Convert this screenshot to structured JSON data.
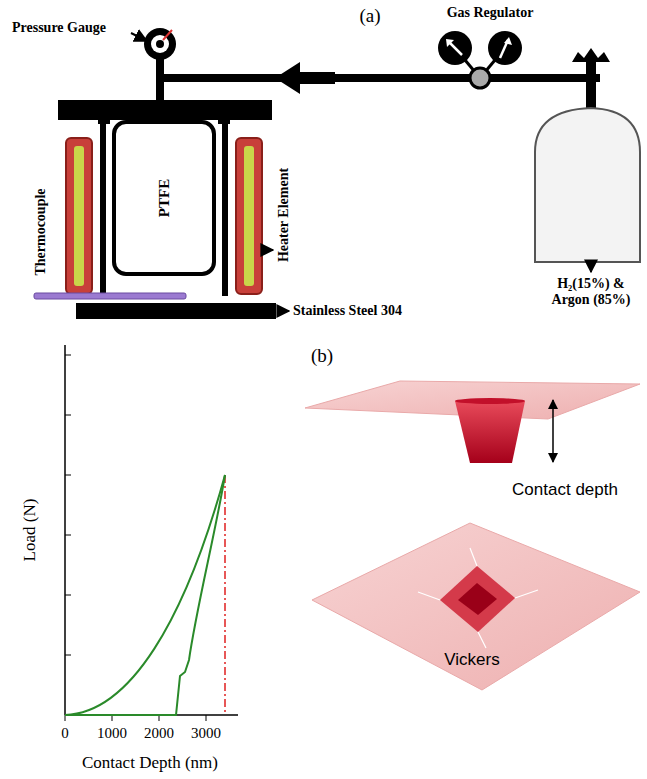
{
  "diagram": {
    "nodes": [
      {
        "text": [
          "PTFE"
        ]
      }
    ],
    "labels": [
      "(a)",
      "Pressure Gauge",
      "Gas Regulator",
      "Thermocouple",
      "Heater Element",
      "Stainless Steel 304",
      "H₂(15%) & Argon (85%)",
      "(b)",
      "Load (N)",
      "0",
      "1000",
      "2000",
      "3000",
      "Contact Depth (nm)",
      "Contact depth",
      "Vickers"
    ]
  }
}
